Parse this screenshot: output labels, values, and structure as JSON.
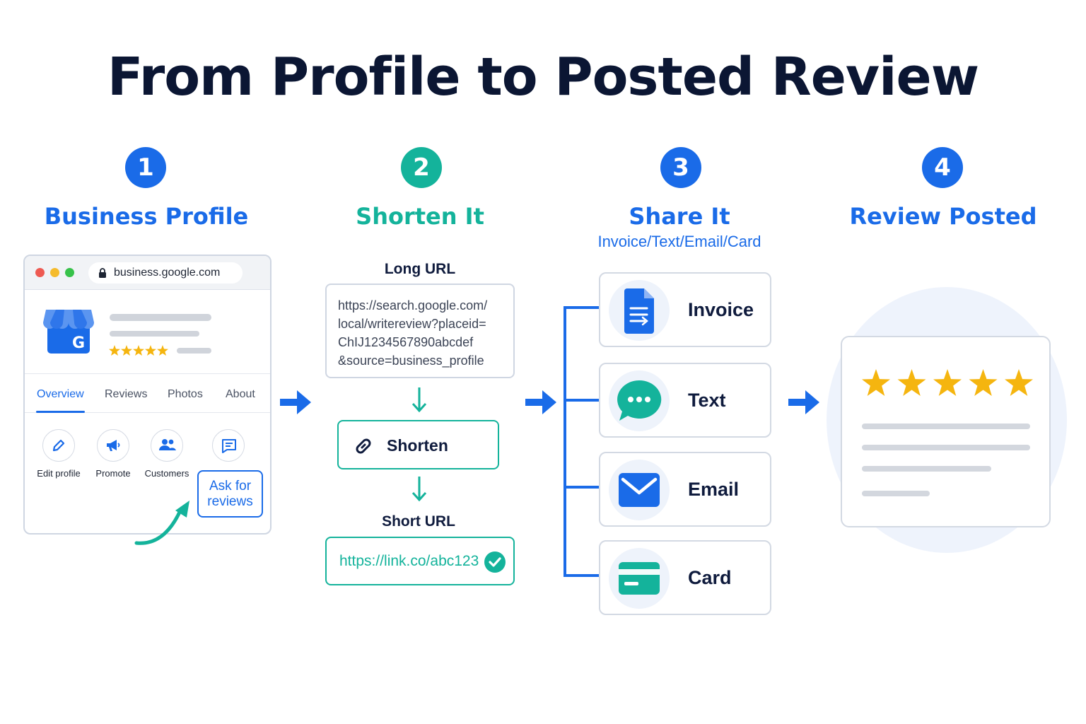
{
  "title": "From Profile to Posted Review",
  "steps": [
    {
      "number": "1",
      "title": "Business Profile"
    },
    {
      "number": "2",
      "title": "Shorten It"
    },
    {
      "number": "3",
      "title": "Share It",
      "subtitle": "Invoice/Text/Email/Card"
    },
    {
      "number": "4",
      "title": "Review Posted"
    }
  ],
  "profile": {
    "address": "business.google.com",
    "tabs": [
      "Overview",
      "Reviews",
      "Photos",
      "About"
    ],
    "actions": [
      "Edit profile",
      "Promote",
      "Customers"
    ],
    "ask_line1": "Ask for",
    "ask_line2": "reviews"
  },
  "shorten": {
    "long_label": "Long URL",
    "long_url_lines": [
      "https://search.google.com/",
      "local/writereview?placeid=",
      "ChIJ1234567890abcdef",
      "&source=business_profile"
    ],
    "button_label": "Shorten",
    "short_label": "Short URL",
    "short_url": "https://link.co/abc123"
  },
  "share": {
    "channels": [
      {
        "label": "Invoice",
        "icon": "invoice-icon"
      },
      {
        "label": "Text",
        "icon": "chat-bubble-icon"
      },
      {
        "label": "Email",
        "icon": "envelope-icon"
      },
      {
        "label": "Card",
        "icon": "credit-card-icon"
      }
    ]
  },
  "review": {
    "rating": 5,
    "max_rating": 5
  },
  "colors": {
    "blue": "#1a6be8",
    "teal": "#14b39b",
    "star": "#f5b50f",
    "dark": "#0b1633"
  }
}
